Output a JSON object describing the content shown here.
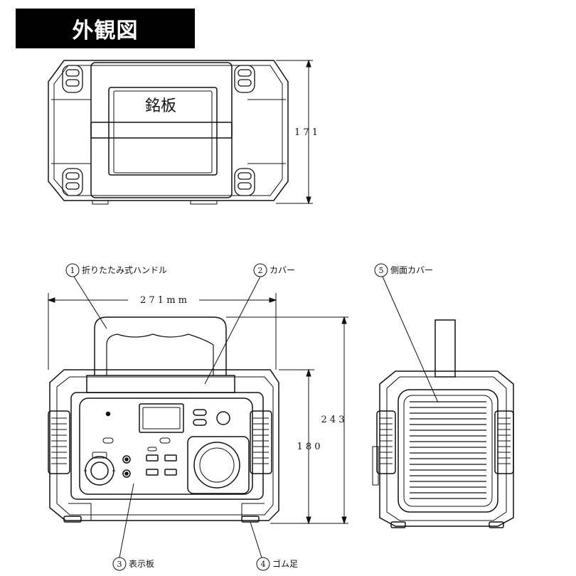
{
  "title": "外観図",
  "top_view": {
    "nameplate": "銘板",
    "height_dim": "1 7 1"
  },
  "front_view": {
    "width_dim": "2 7 1 m m",
    "height_overall_dim": "2 4 3",
    "height_body_dim": "1 8 0"
  },
  "callouts": [
    {
      "num": "1",
      "label": "折りたたみ式ハンドル"
    },
    {
      "num": "2",
      "label": "カバー"
    },
    {
      "num": "3",
      "label": "表示板"
    },
    {
      "num": "4",
      "label": "ゴム足"
    },
    {
      "num": "5",
      "label": "側面カバー"
    }
  ],
  "colors": {
    "ink": "#111111",
    "title_bg": "#000000",
    "title_fg": "#ffffff"
  }
}
